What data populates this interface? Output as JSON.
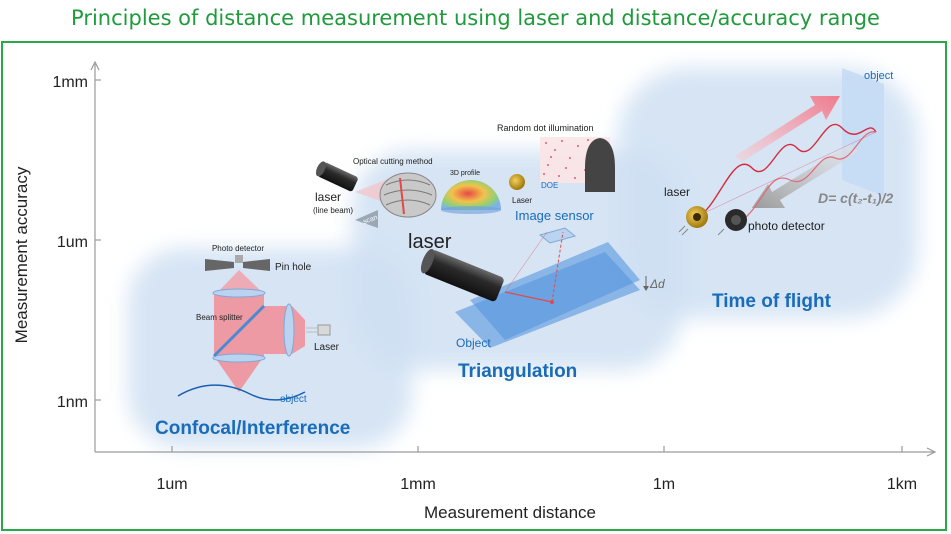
{
  "title": "Principles of distance measurement using laser and distance/accuracy range",
  "axes": {
    "y_label": "Measurement accuracy",
    "x_label": "Measurement distance",
    "y_ticks": [
      "1mm",
      "1um",
      "1nm"
    ],
    "x_ticks": [
      "1um",
      "1mm",
      "1m",
      "1km"
    ]
  },
  "confocal": {
    "name": "Confocal/Interference",
    "photo_detector": "Photo detector",
    "pin_hole": "Pin hole",
    "beam_splitter": "Beam splitter",
    "laser": "Laser",
    "object": "object"
  },
  "triangulation": {
    "name": "Triangulation",
    "laser_line": "laser",
    "line_beam": "(line beam)",
    "scan": "scan",
    "optical_cutting": "Optical cutting method",
    "profile": "3D profile",
    "random_dot": "Random dot illumination",
    "doe": "DOE",
    "laser_small": "Laser",
    "image_sensor": "Image sensor",
    "laser_big": "laser",
    "object": "Object",
    "delta_d": "Δd"
  },
  "tof": {
    "name": "Time of flight",
    "object": "object",
    "laser": "laser",
    "photo_detector": "photo detector",
    "formula": "D= c(t₂-t₁)/2"
  },
  "colors": {
    "title_green": "#1f9a3c",
    "frame_green": "#2aa84a",
    "region_blue": "#cfe0f3",
    "label_blue": "#1a6cb8"
  }
}
